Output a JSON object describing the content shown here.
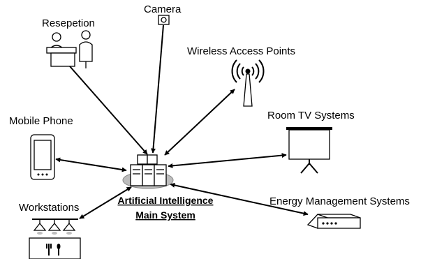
{
  "nodes": {
    "reception": {
      "label": "Resepetion",
      "icon": "reception-desk-icon"
    },
    "camera": {
      "label": "Camera",
      "icon": "camera-icon"
    },
    "wifi": {
      "label": "Wireless Access Points",
      "icon": "wireless-antenna-icon"
    },
    "mobile": {
      "label": "Mobile Phone",
      "icon": "mobile-phone-icon"
    },
    "tv": {
      "label": "Room TV Systems",
      "icon": "projector-screen-icon"
    },
    "energy": {
      "label": "Energy Management Systems",
      "icon": "router-icon"
    },
    "workstations": {
      "label": "Workstations",
      "icon": "kitchen-workstation-icon"
    },
    "main": {
      "label_line1": "Artificial Intelligence",
      "label_line2": "Main System",
      "icon": "server-cluster-icon"
    }
  },
  "connections": [
    {
      "from": "reception",
      "to": "main",
      "direction": "to-main"
    },
    {
      "from": "camera",
      "to": "main",
      "direction": "to-main"
    },
    {
      "from": "wifi",
      "to": "main",
      "direction": "both"
    },
    {
      "from": "mobile",
      "to": "main",
      "direction": "both"
    },
    {
      "from": "tv",
      "to": "main",
      "direction": "both"
    },
    {
      "from": "energy",
      "to": "main",
      "direction": "both"
    },
    {
      "from": "workstations",
      "to": "main",
      "direction": "both"
    }
  ]
}
